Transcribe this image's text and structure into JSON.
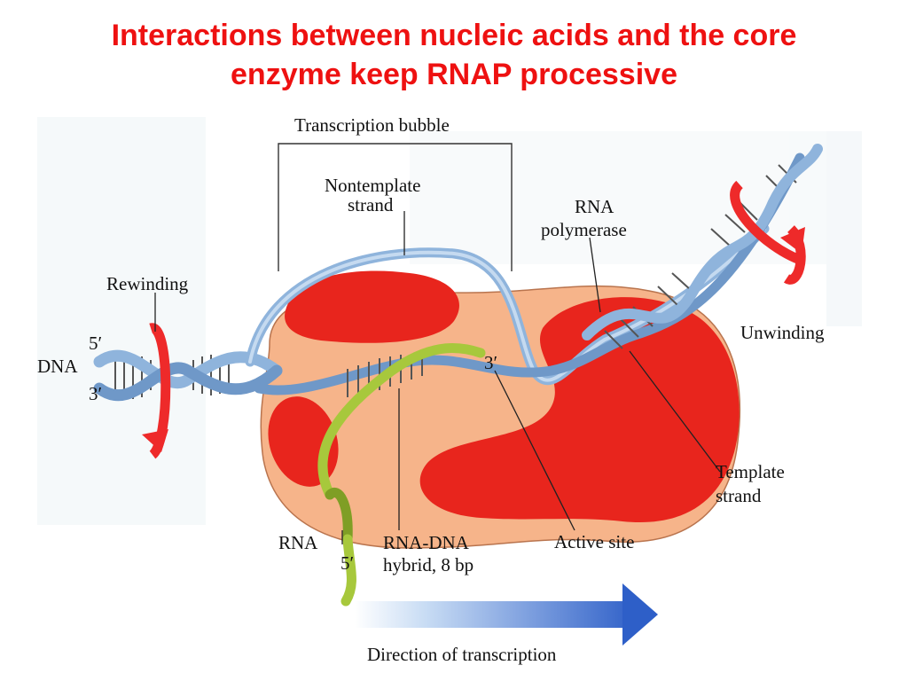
{
  "title": {
    "line1": "Interactions between nucleic acids and the core",
    "line2": "enzyme keep RNAP processive"
  },
  "labels": {
    "transcription_bubble": "Transcription bubble",
    "nontemplate_strand_1": "Nontemplate",
    "nontemplate_strand_2": "strand",
    "rna_polymerase_1": "RNA",
    "rna_polymerase_2": "polymerase",
    "rewinding": "Rewinding",
    "unwinding": "Unwinding",
    "dna": "DNA",
    "five_prime_dna": "5′",
    "three_prime_dna": "3′",
    "three_prime_rna": "3′",
    "template_strand_1": "Template",
    "template_strand_2": "strand",
    "rna": "RNA",
    "five_prime_rna": "5′",
    "rna_dna_hybrid_1": "RNA-DNA",
    "rna_dna_hybrid_2": "hybrid, 8 bp",
    "active_site": "Active site",
    "direction": "Direction of transcription"
  },
  "colors": {
    "title": "#ee1111",
    "enzyme_body": "#f6b48a",
    "enzyme_domains": "#e8251d",
    "dna_strand": "#8fb4dc",
    "rna_strand": "#a7c83c",
    "arrow": "#2e5fc8",
    "rotation_arrows": "#ee2a2a"
  }
}
